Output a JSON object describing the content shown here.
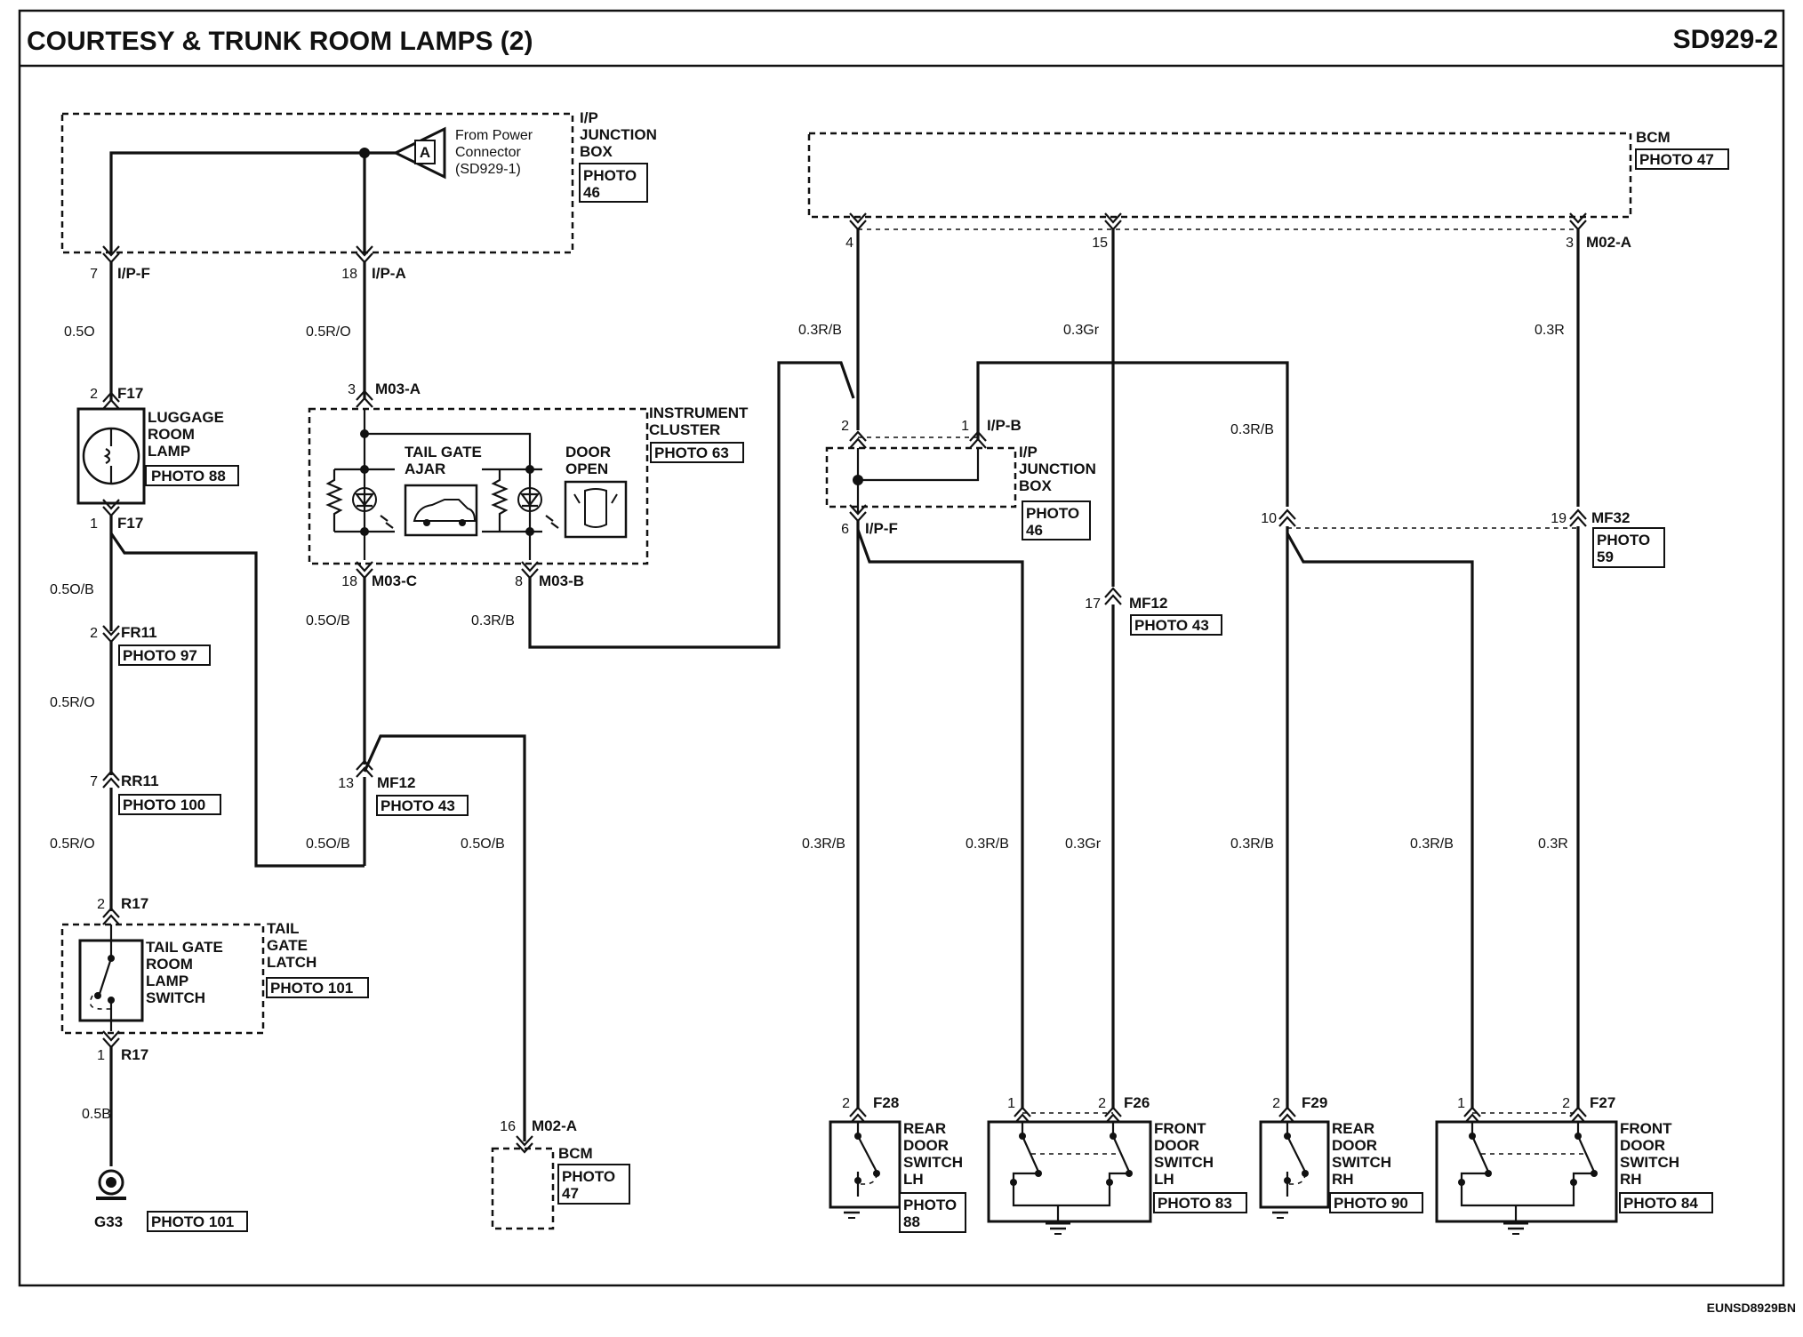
{
  "title": "COURTESY & TRUNK ROOM LAMPS (2)",
  "code": "SD929-2",
  "footer_code": "EUNSD8929BN",
  "ip_junction_top": {
    "name_lines": [
      "I/P",
      "JUNCTION",
      "BOX"
    ],
    "photo": [
      "PHOTO",
      "46"
    ],
    "power_note": [
      "From Power",
      "Connector",
      "(SD929-1)"
    ],
    "power_letter": "A",
    "pin_left": "7",
    "conn_left": "I/P-F",
    "pin_right": "18",
    "conn_right": "I/P-A"
  },
  "bcm_top": {
    "name": "BCM",
    "photo": "PHOTO 47",
    "pins": [
      "4",
      "15",
      "3"
    ],
    "conn": "M02-A"
  },
  "luggage_lamp": {
    "wire_in": "0.5O",
    "pin_top": "2",
    "conn": "F17",
    "name_lines": [
      "LUGGAGE",
      "ROOM",
      "LAMP"
    ],
    "photo": "PHOTO 88",
    "pin_bottom": "1"
  },
  "left_chain": {
    "w1": "0.5O/B",
    "fr11_pin": "2",
    "fr11": "FR11",
    "fr11_photo": "PHOTO 97",
    "w2": "0.5R/O",
    "rr11_pin": "7",
    "rr11": "RR11",
    "rr11_photo": "PHOTO 100",
    "w3": "0.5R/O",
    "r17_pin_top": "2",
    "r17": "R17",
    "r17_pin_bottom": "1",
    "w4": "0.5B",
    "ground": "G33",
    "ground_photo": "PHOTO 101"
  },
  "tailgate_switch": {
    "name_lines": [
      "TAIL GATE",
      "ROOM",
      "LAMP",
      "SWITCH"
    ],
    "latch_lines": [
      "TAIL",
      "GATE",
      "LATCH"
    ],
    "photo": "PHOTO 101"
  },
  "cluster": {
    "wire_in": "0.5R/O",
    "pin_top": "3",
    "conn_top": "M03-A",
    "name_lines": [
      "INSTRUMENT",
      "CLUSTER"
    ],
    "photo": "PHOTO 63",
    "tail_gate": [
      "TAIL GATE",
      "AJAR"
    ],
    "door_open": [
      "DOOR",
      "OPEN"
    ],
    "pin_c": "18",
    "conn_c": "M03-C",
    "pin_b": "8",
    "conn_b": "M03-B",
    "wire_c": "0.5O/B",
    "wire_b": "0.3R/B"
  },
  "mf12_left": {
    "pin": "13",
    "conn": "MF12",
    "photo": "PHOTO 43",
    "w_left": "0.5O/B",
    "w_right": "0.5O/B"
  },
  "bcm_bottom": {
    "pin": "16",
    "conn": "M02-A",
    "name": "BCM",
    "photo": [
      "PHOTO",
      "47"
    ]
  },
  "ip_junction_mid": {
    "pin_left_top": "2",
    "pin_right_top": "1",
    "conn_right": "I/P-B",
    "name_lines": [
      "I/P",
      "JUNCTION",
      "BOX"
    ],
    "photo": [
      "PHOTO",
      "46"
    ],
    "pin_bottom": "6",
    "conn_bottom": "I/P-F"
  },
  "right_wires": {
    "w_4": "0.3R/B",
    "w_15": "0.3Gr",
    "w_3": "0.3R",
    "w_rb_right": "0.3R/B",
    "pin_10": "10",
    "pin_19": "19",
    "conn_mf32": "MF32",
    "mf32_photo": [
      "PHOTO",
      "59"
    ],
    "pin_17": "17",
    "conn_mf12": "MF12",
    "mf12_photo": "PHOTO 43",
    "bottom_labels": [
      "0.3R/B",
      "0.3R/B",
      "0.3Gr",
      "0.3R/B",
      "0.3R/B",
      "0.3R"
    ]
  },
  "door_switches": [
    {
      "pins": [
        "2"
      ],
      "conn": "F28",
      "name_lines": [
        "REAR",
        "DOOR",
        "SWITCH",
        "LH"
      ],
      "photo": [
        "PHOTO",
        "88"
      ]
    },
    {
      "pins": [
        "1",
        "2"
      ],
      "conn": "F26",
      "name_lines": [
        "FRONT",
        "DOOR",
        "SWITCH",
        "LH"
      ],
      "photo": [
        "PHOTO 83"
      ]
    },
    {
      "pins": [
        "2"
      ],
      "conn": "F29",
      "name_lines": [
        "REAR",
        "DOOR",
        "SWITCH",
        "RH"
      ],
      "photo": [
        "PHOTO 90"
      ]
    },
    {
      "pins": [
        "1",
        "2"
      ],
      "conn": "F27",
      "name_lines": [
        "FRONT",
        "DOOR",
        "SWITCH",
        "RH"
      ],
      "photo": [
        "PHOTO 84"
      ]
    }
  ]
}
